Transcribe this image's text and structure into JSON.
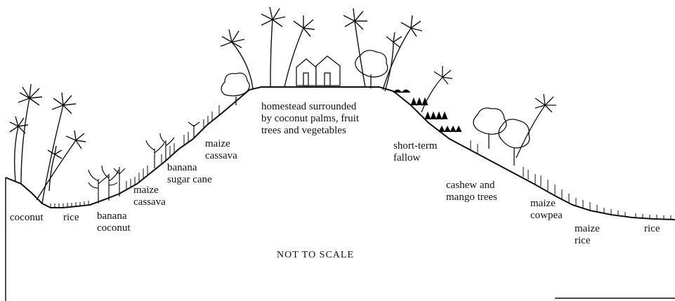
{
  "zones": [
    {
      "id": "coconut",
      "lines": [
        "coconut"
      ]
    },
    {
      "id": "rice-left",
      "lines": [
        "rice"
      ]
    },
    {
      "id": "banana-coconut",
      "lines": [
        "banana",
        "coconut"
      ]
    },
    {
      "id": "maize-cassava-low",
      "lines": [
        "maize",
        "cassava"
      ]
    },
    {
      "id": "banana-sugar-cane",
      "lines": [
        "banana",
        "sugar cane"
      ]
    },
    {
      "id": "maize-cassava-high",
      "lines": [
        "maize",
        "cassava"
      ]
    },
    {
      "id": "homestead",
      "lines": [
        "homestead surrounded",
        "by coconut palms, fruit",
        "trees and vegetables"
      ]
    },
    {
      "id": "short-term-fallow",
      "lines": [
        "short-term",
        "fallow"
      ]
    },
    {
      "id": "cashew-mango",
      "lines": [
        "cashew and",
        "mango trees"
      ]
    },
    {
      "id": "maize-cowpea",
      "lines": [
        "maize",
        "cowpea"
      ]
    },
    {
      "id": "maize-rice",
      "lines": [
        "maize",
        "rice"
      ]
    },
    {
      "id": "rice-right",
      "lines": [
        "rice"
      ]
    }
  ],
  "scale_note": "NOT TO SCALE",
  "colors": {
    "ink": "#111111",
    "background": "#ffffff"
  }
}
